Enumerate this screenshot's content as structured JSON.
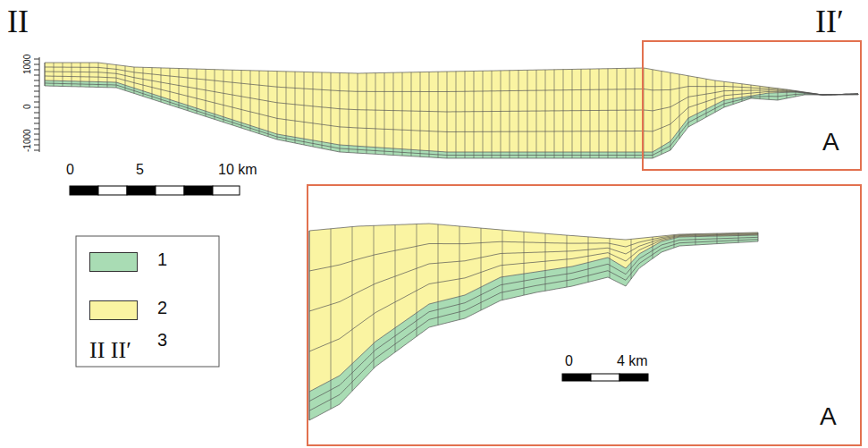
{
  "diagram": {
    "nodes": [
      {
        "text": [
          "A"
        ]
      },
      {
        "text": [
          "A"
        ]
      }
    ],
    "labels": [
      "II",
      "II′",
      "1000",
      "0",
      "-1000",
      "0",
      "5",
      "10 km",
      "II II′",
      "0",
      "4 km"
    ],
    "legend": [
      {
        "text": "1",
        "color": "#a9dcb4"
      },
      {
        "text": "2",
        "color": "#faf4a2"
      },
      {
        "text": "3"
      }
    ]
  }
}
